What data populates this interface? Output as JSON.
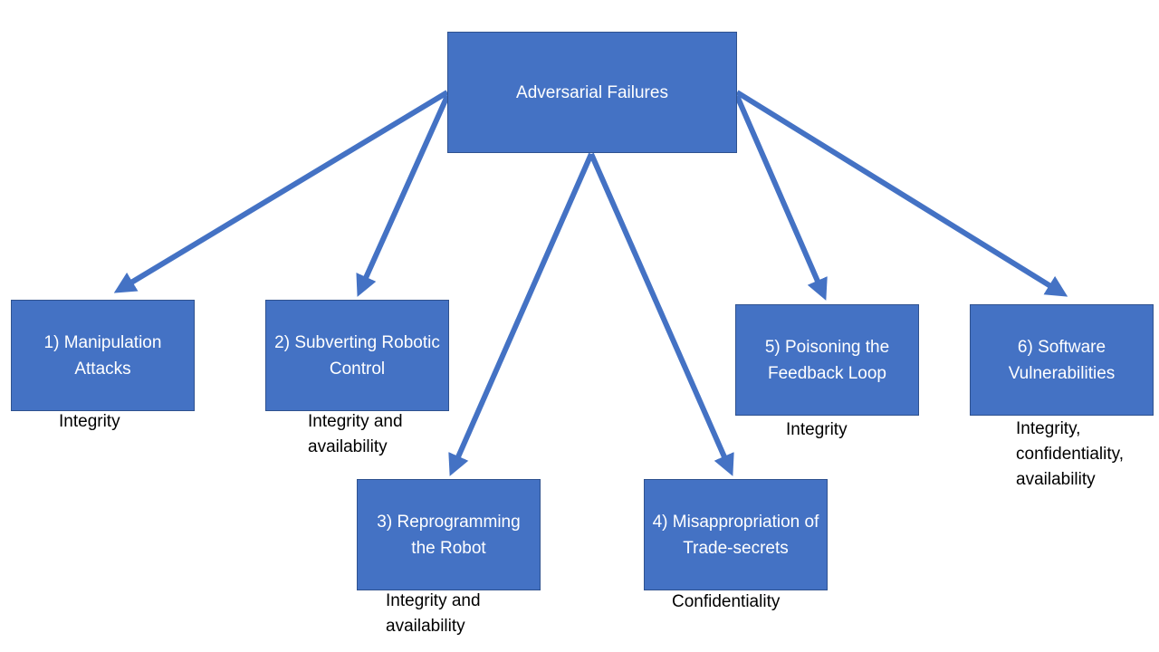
{
  "colors": {
    "box_fill": "#4472c4",
    "box_border": "#2f528f",
    "arrow": "#4472c4",
    "box_text": "#ffffff",
    "caption_text": "#000000"
  },
  "root": {
    "label": "Adversarial Failures"
  },
  "nodes": [
    {
      "label": "1) Manipulation Attacks",
      "caption": "Integrity"
    },
    {
      "label": "2) Subverting Robotic Control",
      "caption": "Integrity and\navailability"
    },
    {
      "label": "3) Reprogramming the Robot",
      "caption": "Integrity and\navailability"
    },
    {
      "label": "4) Misappropriation of Trade-secrets",
      "caption": "Confidentiality"
    },
    {
      "label": "5) Poisoning the Feedback Loop",
      "caption": "Integrity"
    },
    {
      "label": "6) Software Vulnerabilities",
      "caption": "Integrity,\nconfidentiality,\navailability"
    }
  ]
}
